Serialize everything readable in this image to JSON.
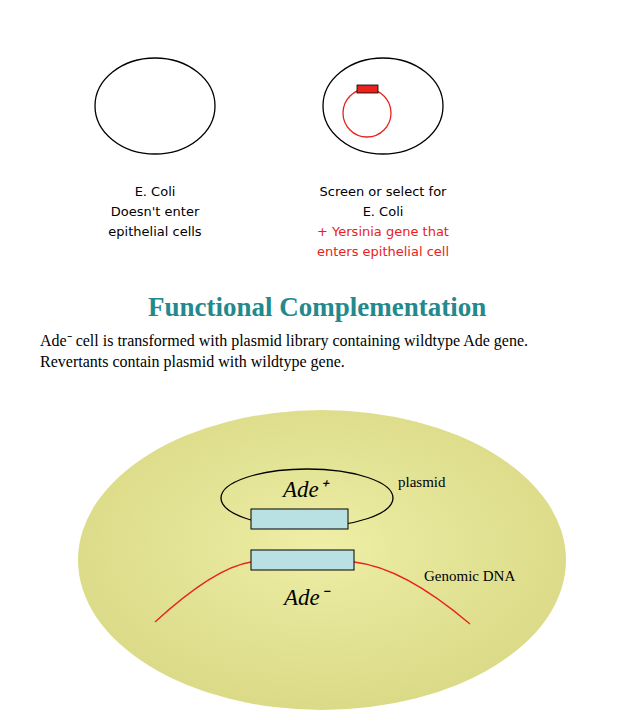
{
  "diagram": {
    "title": "Functional Complementation",
    "nodes": [
      {
        "text": [
          "E. Coli",
          "Doesn't enter epithelial cells"
        ]
      },
      {
        "text": [
          "Screen or select for E. Coli",
          "+ Yersinia gene that enters epithelial cell"
        ]
      }
    ],
    "labels": [
      "Ade⁻ cell is transformed with plasmid library containing wildtype Ade gene. Revertants contain plasmid with wildtype gene.",
      "Ade⁺",
      "plasmid",
      "Genomic DNA",
      "Ade⁻"
    ]
  }
}
